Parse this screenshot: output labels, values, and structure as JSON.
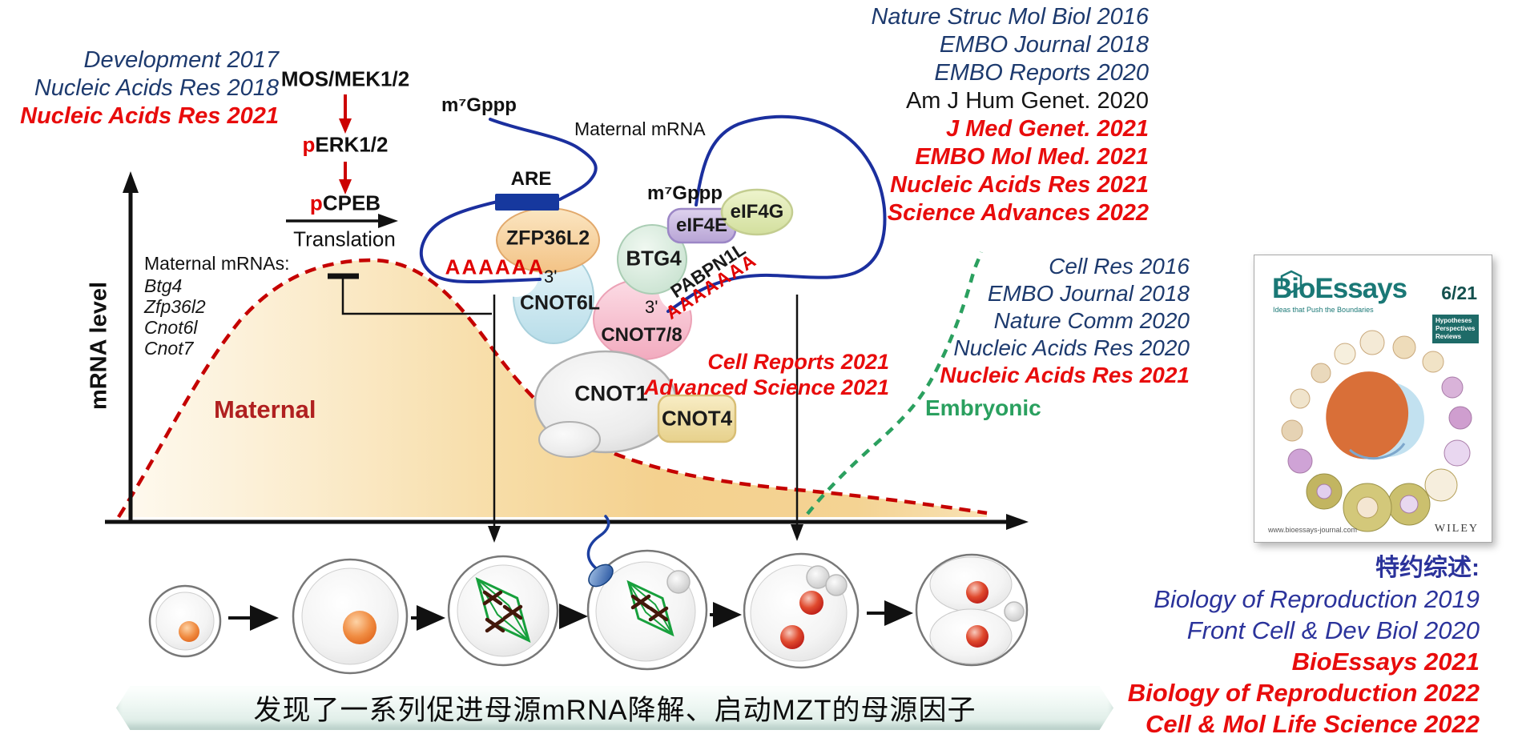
{
  "left_citations": {
    "items": [
      {
        "label": "Development 2017",
        "color": "navy"
      },
      {
        "label": "Nucleic Acids Res 2018",
        "color": "navy"
      },
      {
        "label": "Nucleic Acids Res 2021",
        "color": "red"
      }
    ]
  },
  "pathway": {
    "mos": "MOS/MEK1/2",
    "perk": {
      "prefix": "p",
      "rest": "ERK1/2"
    },
    "pcpeb": {
      "prefix": "p",
      "rest": "CPEB"
    },
    "translation": "Translation"
  },
  "graph": {
    "y_axis_label": "mRNA level",
    "maternal_mrnas_title": "Maternal mRNAs:",
    "maternal_mrnas": [
      "Btg4",
      "Zfp36l2",
      "Cnot6l",
      "Cnot7"
    ],
    "maternal_label": "Maternal",
    "embryonic_label": "Embryonic"
  },
  "mrna": {
    "cap_left": "m⁷Gppp",
    "cap_right": "m⁷Gppp",
    "label": "Maternal mRNA",
    "are_label": "ARE",
    "polya_left": "AAAAAA",
    "three_prime_left": "3'",
    "polya_right": "AAAAAAA",
    "three_prime_right": "3'"
  },
  "proteins": {
    "zfp36l2": "ZFP36L2",
    "cnot6l": "CNOT6L",
    "btg4": "BTG4",
    "eif4e": "eIF4E",
    "eif4g": "eIF4G",
    "pabpn1l": "PABPN1L",
    "cnot7_8": "CNOT7/8",
    "cnot1": "CNOT1",
    "cnot4": "CNOT4"
  },
  "top_right_citations": {
    "items": [
      {
        "label": "Nature Struc Mol Biol 2016",
        "color": "navy"
      },
      {
        "label": "EMBO Journal 2018",
        "color": "navy"
      },
      {
        "label": "EMBO Reports 2020",
        "color": "navy"
      },
      {
        "label": "Am J Hum Genet. 2020",
        "color": "black"
      },
      {
        "label": "J Med Genet. 2021",
        "color": "red"
      },
      {
        "label": "EMBO Mol Med. 2021",
        "color": "red"
      },
      {
        "label": "Nucleic Acids Res 2021",
        "color": "red"
      },
      {
        "label": "Science Advances 2022",
        "color": "red"
      }
    ]
  },
  "mid_right_citations": {
    "items": [
      {
        "label": "Cell Res 2016",
        "color": "navy"
      },
      {
        "label": "EMBO Journal 2018",
        "color": "navy"
      },
      {
        "label": "Nature Comm 2020",
        "color": "navy"
      },
      {
        "label": "Nucleic Acids Res 2020",
        "color": "navy"
      },
      {
        "label": "Nucleic Acids Res 2021",
        "color": "red"
      }
    ]
  },
  "complex_citations": {
    "items": [
      {
        "label": "Cell Reports 2021",
        "color": "red"
      },
      {
        "label": "Advanced Science 2021",
        "color": "red"
      }
    ]
  },
  "journal_cover": {
    "title": "BioEssays",
    "issue": "6/21",
    "tagline": "Ideas that Push the Boundaries",
    "box_lines": [
      "Hypotheses",
      "Perspectives",
      "Reviews"
    ],
    "website": "www.bioessays-journal.com",
    "publisher": "WILEY"
  },
  "invited_reviews": {
    "heading": "特约综述:",
    "items": [
      {
        "label": "Biology of Reproduction 2019",
        "color": "blue"
      },
      {
        "label": "Front Cell & Dev Biol 2020",
        "color": "blue"
      },
      {
        "label": "BioEssays 2021",
        "color": "red"
      },
      {
        "label": "Biology of Reproduction 2022",
        "color": "red"
      },
      {
        "label": "Cell & Mol Life Science 2022",
        "color": "red"
      }
    ]
  },
  "banner": {
    "text": "发现了一系列促进母源mRNA降解、启动MZT的母源因子"
  },
  "colors": {
    "navy_citation": "#1d3a6e",
    "red_citation": "#e80c0c",
    "maternal_curve_red": "#c50000",
    "maternal_label_red": "#b02020",
    "embryonic_green": "#2aa05f",
    "invited_blue": "#2b339b",
    "mrna_blue": "#1b2f9e",
    "bioessays_teal": "#1a7876",
    "maternal_fill_orange": "#f4d291"
  }
}
